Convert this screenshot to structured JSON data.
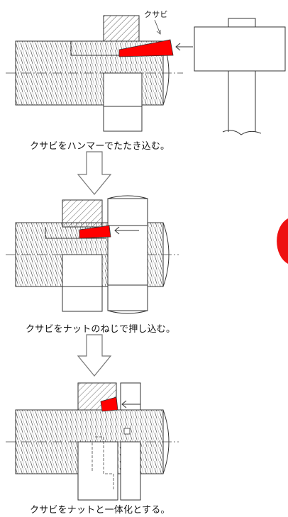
{
  "labels": {
    "wedge_callout": "クサビ"
  },
  "steps": [
    {
      "caption": "クサビをハンマーでたたき込む。"
    },
    {
      "caption": "クサビをナットのねじで押し込む。"
    },
    {
      "caption": "クサビをナットと一体化とする。"
    }
  ],
  "colors": {
    "wedge": "#ff0000",
    "line": "#333333",
    "arrow_fill": "#ffffff"
  },
  "icons": {
    "step_arrow": "down-arrow-icon",
    "hammer": "hammer-icon"
  }
}
